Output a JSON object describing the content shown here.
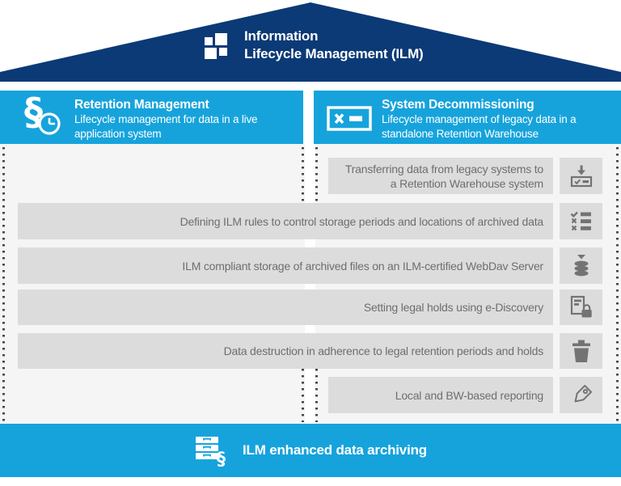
{
  "roof": {
    "title_line1": "Information",
    "title_line2": "Lifecycle Management (ILM)",
    "icon": "squares-grid-icon"
  },
  "headers": {
    "left": {
      "title": "Retention Management",
      "subtitle": "Lifecycle management for data in a live application system",
      "icon": "paragraph-clock-icon"
    },
    "right": {
      "title": "System Decommissioning",
      "subtitle": "Lifecycle management of legacy data in a standalone Retention Warehouse",
      "icon": "decommissioned-system-icon"
    }
  },
  "rows": [
    {
      "label": "Transferring data from legacy systems to a Retention Warehouse system",
      "span": "right",
      "icon": "transfer-download-icon"
    },
    {
      "label": "Defining ILM rules to control storage periods and locations of archived data",
      "span": "full",
      "icon": "rules-checklist-icon"
    },
    {
      "label": "ILM compliant storage of archived files on an ILM-certified WebDav Server",
      "span": "full",
      "icon": "database-storage-icon"
    },
    {
      "label": "Setting legal holds using e-Discovery",
      "span": "full",
      "icon": "legal-hold-lock-icon"
    },
    {
      "label": "Data destruction in adherence to legal retention periods and holds",
      "span": "full",
      "icon": "trash-icon"
    },
    {
      "label": "Local and BW-based reporting",
      "span": "right",
      "icon": "tag-icon"
    }
  ],
  "footer": {
    "label": "ILM enhanced data archiving",
    "icon": "archive-drawers-icon"
  },
  "colors": {
    "navy": "#0b3a76",
    "cyan": "#16a3dc",
    "bar_gray": "#dcdcdc",
    "band_gray": "#f5f5f5",
    "row_text": "#6e6e6e",
    "icon_gray": "#737373",
    "dots": "#474747"
  }
}
